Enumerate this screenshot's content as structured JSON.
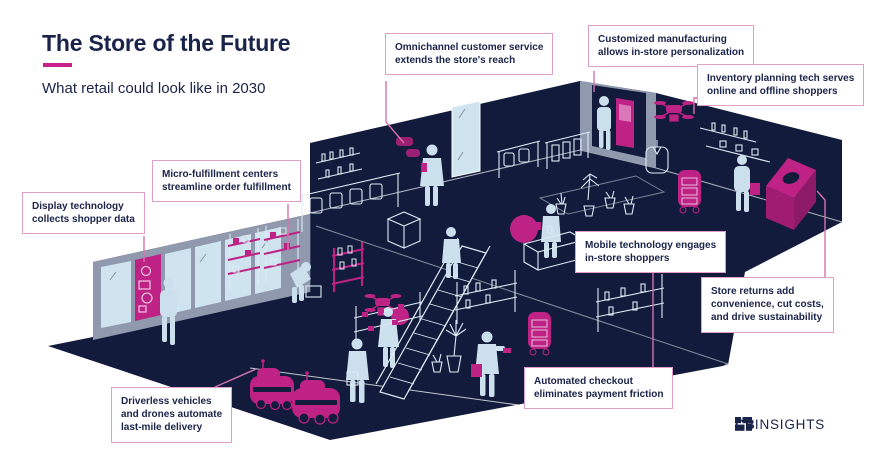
{
  "header": {
    "title": "The Store of the Future",
    "subtitle": "What retail could look like in 2030"
  },
  "callouts": [
    {
      "id": "display",
      "label": "Display technology\ncollects shopper data"
    },
    {
      "id": "micro",
      "label": "Micro-fulfillment centers\nstreamline order fulfillment"
    },
    {
      "id": "omni",
      "label": "Omnichannel customer service\nextends the store's reach"
    },
    {
      "id": "custom",
      "label": "Customized manufacturing\nallows in-store personalization"
    },
    {
      "id": "inventory",
      "label": "Inventory planning tech serves\nonline and offline shoppers"
    },
    {
      "id": "mobile",
      "label": "Mobile technology engages\nin-store shoppers"
    },
    {
      "id": "returns",
      "label": "Store returns add\nconvenience, cut costs,\nand drive sustainability"
    },
    {
      "id": "checkout",
      "label": "Automated checkout\neliminates payment friction"
    },
    {
      "id": "driverless",
      "label": "Driverless vehicles\nand drones automate\nlast-mile delivery"
    }
  ],
  "logo": {
    "cb": "CB",
    "insights": "INSIGHTS"
  },
  "colors": {
    "navy": "#121B3C",
    "magenta": "#BE2285",
    "dark_magenta": "#9C2071",
    "light_blue": "#CBE0EC",
    "wall_gray": "#9099AD",
    "accent_pink": "#C9218C",
    "callout_border": "#E09FC9",
    "text": "#1A2349"
  }
}
